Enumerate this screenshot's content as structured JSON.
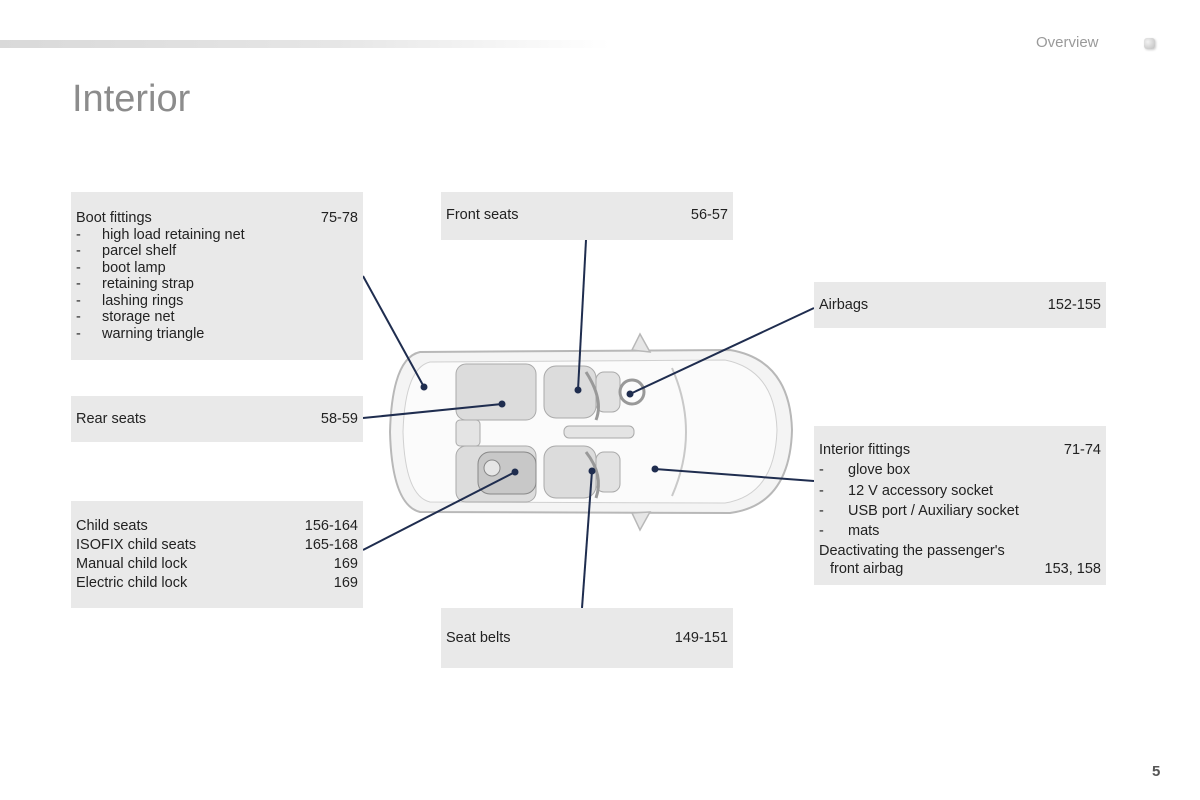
{
  "header": {
    "section": "Overview",
    "title": "Interior",
    "page_number": "5"
  },
  "boot_fittings": {
    "label": "Boot fittings",
    "pages": "75-78",
    "items": [
      "high load retaining net",
      "parcel shelf",
      "boot lamp",
      "retaining strap",
      "lashing rings",
      "storage net",
      "warning triangle"
    ]
  },
  "rear_seats": {
    "label": "Rear seats",
    "pages": "58-59"
  },
  "child_seats": {
    "rows": [
      {
        "label": "Child seats",
        "pages": "156-164"
      },
      {
        "label": "ISOFIX child seats",
        "pages": "165-168"
      },
      {
        "label": "Manual child lock",
        "pages": "169"
      },
      {
        "label": "Electric child lock",
        "pages": "169"
      }
    ]
  },
  "front_seats": {
    "label": "Front seats",
    "pages": "56-57"
  },
  "seat_belts": {
    "label": "Seat belts",
    "pages": "149-151"
  },
  "airbags": {
    "label": "Airbags",
    "pages": "152-155"
  },
  "interior_fittings": {
    "label": "Interior fittings",
    "pages": "71-74",
    "items": [
      "glove box",
      "12 V accessory socket",
      "USB port / Auxiliary socket",
      "mats"
    ],
    "deactivating_line1": "Deactivating the passenger's",
    "deactivating_line2": "front airbag",
    "deactivating_pages": "153, 158"
  },
  "dash_char": "-",
  "colors": {
    "box_bg": "#e9e9e9",
    "callout_line": "#1f2d4f",
    "title": "#8c8c8c"
  }
}
